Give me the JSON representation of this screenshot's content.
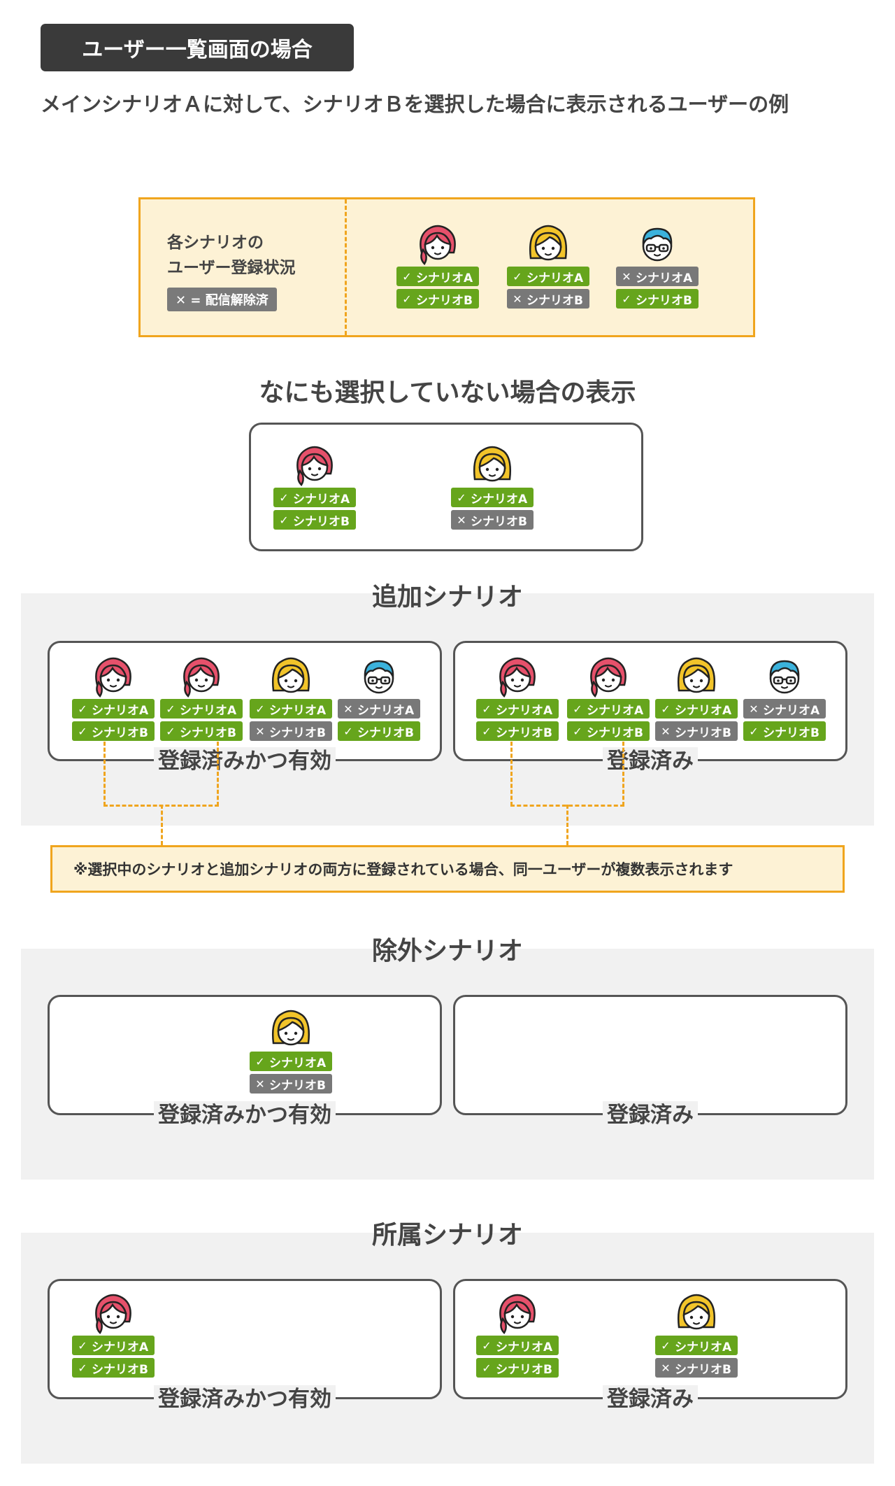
{
  "header": {
    "badge": "ユーザー一覧画面の場合",
    "subtitle": "メインシナリオＡに対して、シナリオＢを選択した場合に表示されるユーザーの例"
  },
  "legend": {
    "title_line1": "各シナリオの",
    "title_line2": "ユーザー登録状況",
    "note": "✕ = 配信解除済"
  },
  "tags": {
    "a": "シナリオA",
    "b": "シナリオB",
    "check": "✓",
    "cross": "✕"
  },
  "sections": {
    "none": "なにも選択していない場合の表示",
    "add": "追加シナリオ",
    "exclude": "除外シナリオ",
    "belong": "所属シナリオ"
  },
  "box_labels": {
    "active": "登録済みかつ有効",
    "registered": "登録済み"
  },
  "note": "※選択中のシナリオと追加シナリオの両方に登録されている場合、同一ユーザーが複数表示されます",
  "colors": {
    "accent": "#f0a51e",
    "on": "#66a51c",
    "off": "#787878",
    "pink": "#e6516b",
    "yellow": "#f2c42a",
    "blue": "#3bb2dc"
  },
  "icons": {
    "pink_user": "woman-ponytail-icon",
    "yellow_user": "woman-bob-icon",
    "blue_user": "man-glasses-icon"
  }
}
